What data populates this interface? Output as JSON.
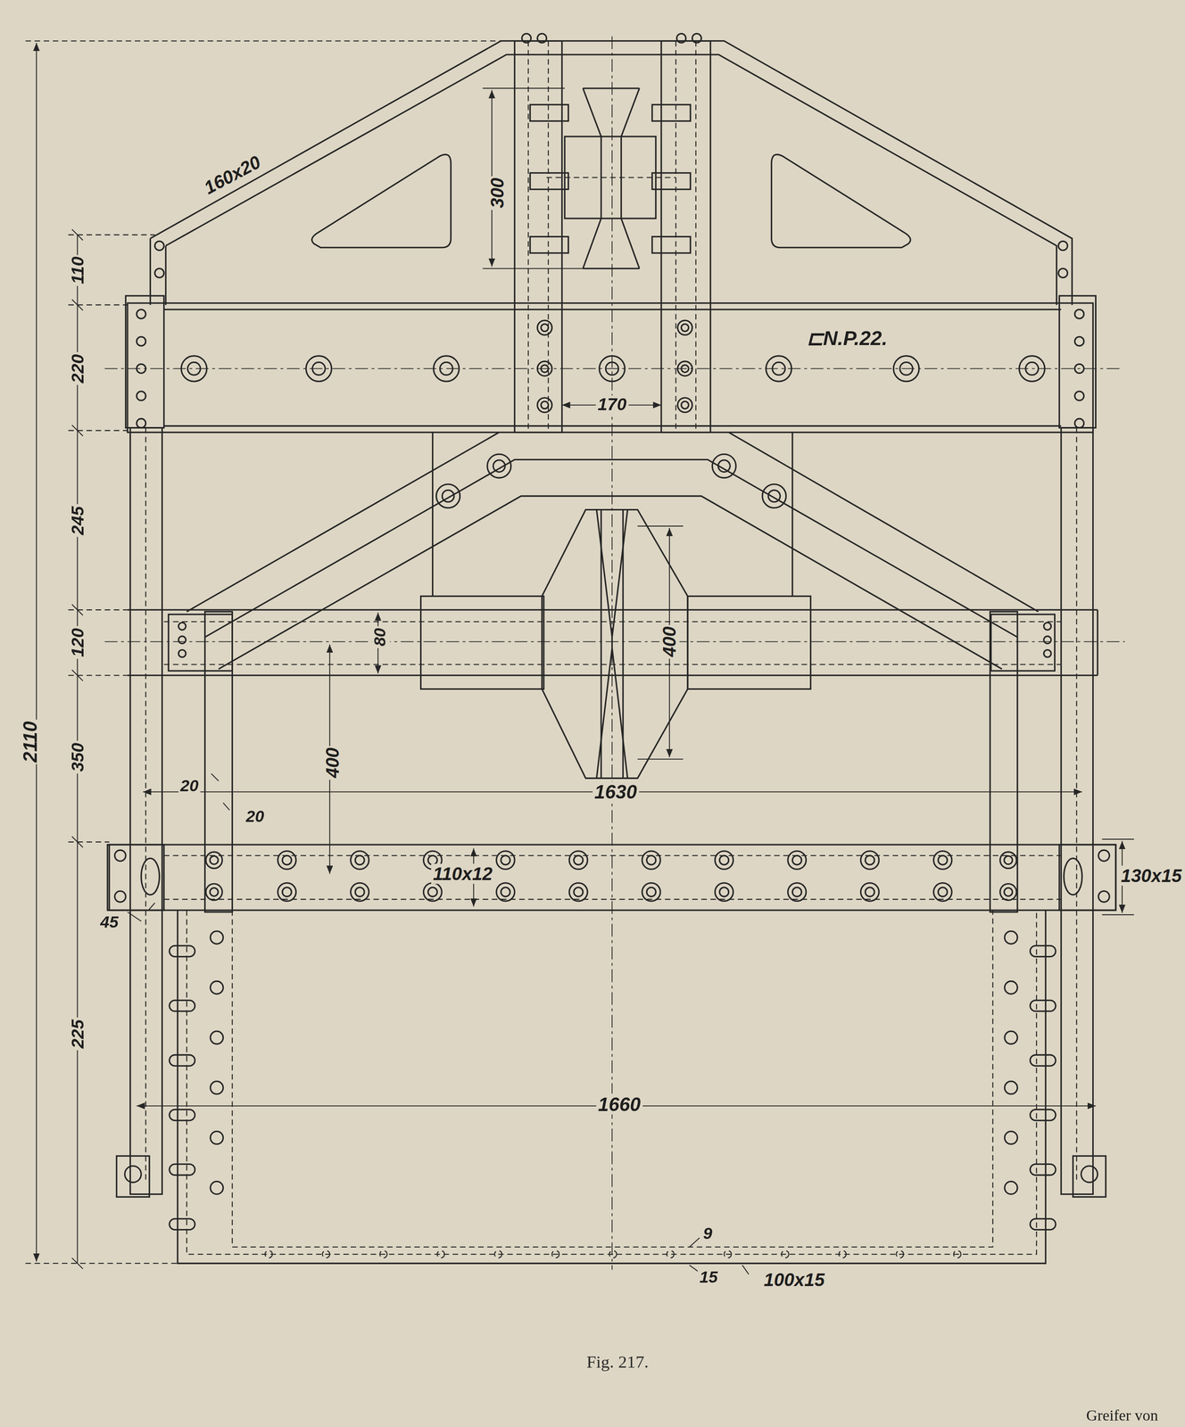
{
  "diagram": {
    "caption": "Fig. 217.",
    "labels": [
      "160x20",
      "300",
      "110",
      "⊏N.P.22.",
      "220",
      "170",
      "245",
      "120",
      "80",
      "400",
      "2110",
      "350",
      "400",
      "20",
      "1630",
      "20",
      "110x12",
      "130x15",
      "45",
      "225",
      "1660",
      "9",
      "15",
      "100x15",
      "Greifer von"
    ]
  }
}
